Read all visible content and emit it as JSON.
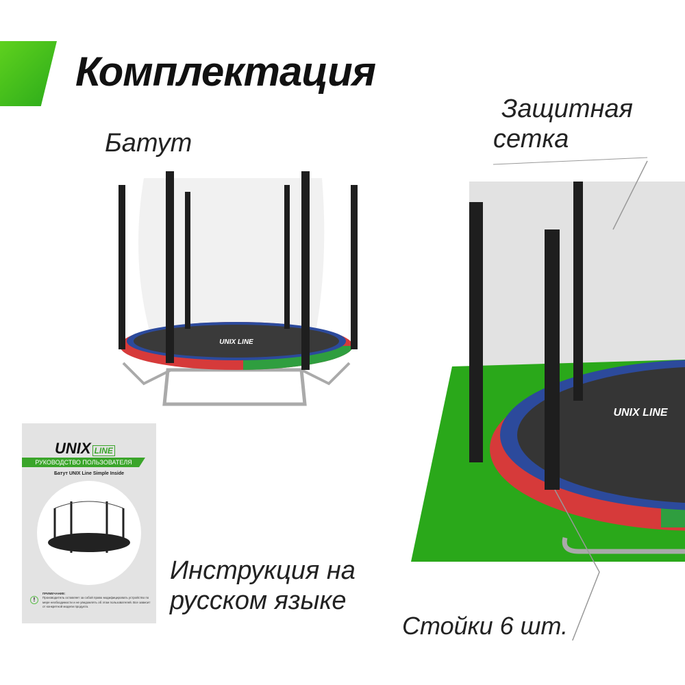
{
  "title": "Комплектация",
  "labels": {
    "trampoline": "Батут",
    "net": "Защитная сетка",
    "net_line1": "Защитная",
    "net_line2": "сетка",
    "manual_line1": "Инструкция на",
    "manual_line2": "русском языке",
    "poles": "Стойки 6 шт."
  },
  "manual": {
    "brand": "UNIX",
    "brand_sub": "LINE",
    "band": "РУКОВОДСТВО ПОЛЬЗОВАТЕЛЯ",
    "model": "Батут UNIX Line Simple Inside",
    "note_title": "ПРИМЕЧАНИЕ:",
    "note_text": "Производитель оставляет за собой право модифицировать устройство по мере необходимости и не уведомлять об этом пользователей. Все зависит от конкретной модели продукта."
  },
  "mat_logo": "UNIX LINE",
  "colors": {
    "accent": "#3aa52a",
    "pad_red": "#d63a3a",
    "pad_green": "#2f9e3f",
    "pad_blue": "#2c4a9c",
    "floor": "#2aa81a"
  }
}
